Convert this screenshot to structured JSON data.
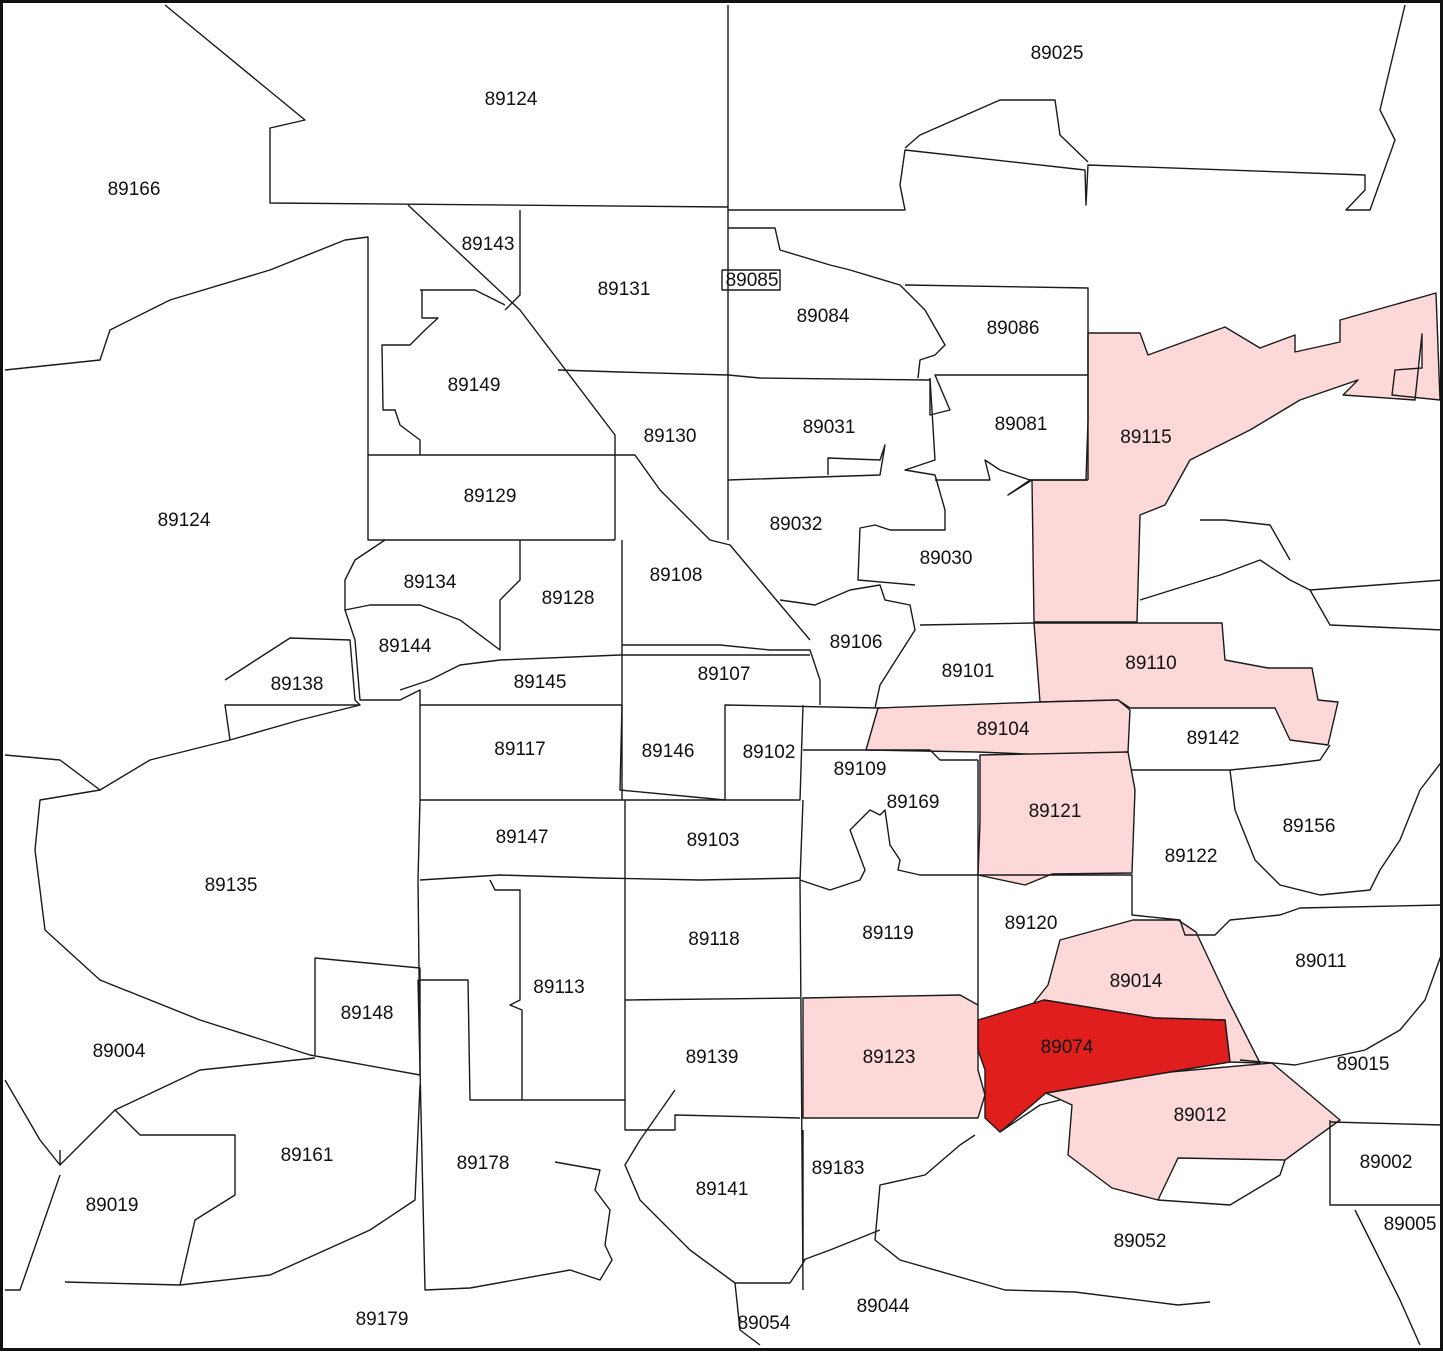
{
  "colors": {
    "background": "#ffffff",
    "boundary": "#1a1a1a",
    "highlight_light": "#fcd8d8",
    "highlight_dark": "#e01e1e",
    "label": "#111111"
  },
  "highlighted_zips": {
    "dark": [
      "89074"
    ],
    "light": [
      "89115",
      "89110",
      "89104",
      "89121",
      "89014",
      "89123",
      "89012"
    ]
  },
  "zip_labels": [
    {
      "id": "z-89025a",
      "zip": "89025"
    },
    {
      "id": "z-89124a",
      "zip": "89124"
    },
    {
      "id": "z-89166",
      "zip": "89166"
    },
    {
      "id": "z-89143",
      "zip": "89143"
    },
    {
      "id": "z-89131",
      "zip": "89131"
    },
    {
      "id": "z-89085",
      "zip": "89085"
    },
    {
      "id": "z-89084",
      "zip": "89084"
    },
    {
      "id": "z-89086",
      "zip": "89086"
    },
    {
      "id": "z-89149",
      "zip": "89149"
    },
    {
      "id": "z-89130",
      "zip": "89130"
    },
    {
      "id": "z-89031",
      "zip": "89031"
    },
    {
      "id": "z-89081",
      "zip": "89081"
    },
    {
      "id": "z-89115",
      "zip": "89115"
    },
    {
      "id": "z-89129",
      "zip": "89129"
    },
    {
      "id": "z-89124b",
      "zip": "89124"
    },
    {
      "id": "z-89032",
      "zip": "89032"
    },
    {
      "id": "z-89030",
      "zip": "89030"
    },
    {
      "id": "z-89134",
      "zip": "89134"
    },
    {
      "id": "z-89128",
      "zip": "89128"
    },
    {
      "id": "z-89108",
      "zip": "89108"
    },
    {
      "id": "z-89106",
      "zip": "89106"
    },
    {
      "id": "z-89144",
      "zip": "89144"
    },
    {
      "id": "z-89101",
      "zip": "89101"
    },
    {
      "id": "z-89110",
      "zip": "89110"
    },
    {
      "id": "z-89138",
      "zip": "89138"
    },
    {
      "id": "z-89145",
      "zip": "89145"
    },
    {
      "id": "z-89107",
      "zip": "89107"
    },
    {
      "id": "z-89104",
      "zip": "89104"
    },
    {
      "id": "z-89142",
      "zip": "89142"
    },
    {
      "id": "z-89117",
      "zip": "89117"
    },
    {
      "id": "z-89146",
      "zip": "89146"
    },
    {
      "id": "z-89102",
      "zip": "89102"
    },
    {
      "id": "z-89109",
      "zip": "89109"
    },
    {
      "id": "z-89169",
      "zip": "89169"
    },
    {
      "id": "z-89121",
      "zip": "89121"
    },
    {
      "id": "z-89156",
      "zip": "89156"
    },
    {
      "id": "z-89147",
      "zip": "89147"
    },
    {
      "id": "z-89103",
      "zip": "89103"
    },
    {
      "id": "z-89122",
      "zip": "89122"
    },
    {
      "id": "z-89135",
      "zip": "89135"
    },
    {
      "id": "z-89118",
      "zip": "89118"
    },
    {
      "id": "z-89119",
      "zip": "89119"
    },
    {
      "id": "z-89120",
      "zip": "89120"
    },
    {
      "id": "z-89011",
      "zip": "89011"
    },
    {
      "id": "z-89014",
      "zip": "89014"
    },
    {
      "id": "z-89113",
      "zip": "89113"
    },
    {
      "id": "z-89148",
      "zip": "89148"
    },
    {
      "id": "z-89074",
      "zip": "89074"
    },
    {
      "id": "z-89004",
      "zip": "89004"
    },
    {
      "id": "z-89139",
      "zip": "89139"
    },
    {
      "id": "z-89123",
      "zip": "89123"
    },
    {
      "id": "z-89015",
      "zip": "89015"
    },
    {
      "id": "z-89012",
      "zip": "89012"
    },
    {
      "id": "z-89161",
      "zip": "89161"
    },
    {
      "id": "z-89178",
      "zip": "89178"
    },
    {
      "id": "z-89183",
      "zip": "89183"
    },
    {
      "id": "z-89002",
      "zip": "89002"
    },
    {
      "id": "z-89141",
      "zip": "89141"
    },
    {
      "id": "z-89019",
      "zip": "89019"
    },
    {
      "id": "z-89005",
      "zip": "89005"
    },
    {
      "id": "z-89052",
      "zip": "89052"
    },
    {
      "id": "z-89179",
      "zip": "89179"
    },
    {
      "id": "z-89044",
      "zip": "89044"
    },
    {
      "id": "z-89054",
      "zip": "89054"
    }
  ]
}
